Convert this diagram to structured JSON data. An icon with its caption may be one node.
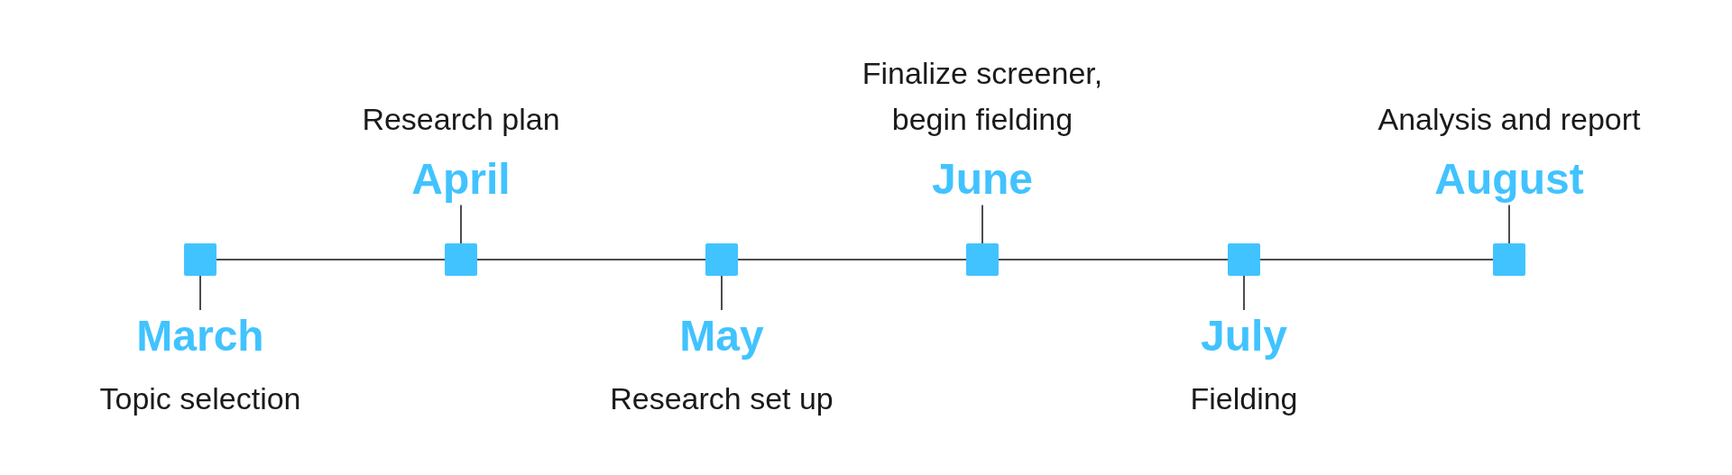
{
  "diagram": {
    "nodes": [
      {
        "text": [
          "March"
        ],
        "beside": [
          "Topic selection"
        ]
      },
      {
        "text": [],
        "shape": "box"
      },
      {
        "text": [
          "April"
        ],
        "beside": [
          "Research plan"
        ]
      },
      {
        "text": [],
        "shape": "box"
      },
      {
        "text": [
          "May"
        ],
        "beside": [
          "Research set up"
        ]
      },
      {
        "text": [],
        "shape": "box"
      },
      {
        "text": [
          "June"
        ],
        "beside": [
          "Finalize screener, begin fielding"
        ]
      },
      {
        "text": [],
        "shape": "box"
      },
      {
        "text": [
          "July"
        ],
        "beside": [
          "Fielding"
        ]
      },
      {
        "text": [],
        "shape": "box"
      },
      {
        "text": [
          "August"
        ],
        "beside": [
          "Analysis and report"
        ]
      },
      {
        "text": [],
        "shape": "box"
      }
    ],
    "edges": [
      {
        "from": 0,
        "to": 1,
        "arrow": "none"
      },
      {
        "from": 1,
        "to": 3,
        "arrow": "none"
      },
      {
        "from": 2,
        "to": 3,
        "arrow": "none"
      },
      {
        "from": 3,
        "to": 5,
        "arrow": "none"
      },
      {
        "from": 4,
        "to": 5,
        "arrow": "none"
      },
      {
        "from": 5,
        "to": 7,
        "arrow": "none"
      },
      {
        "from": 6,
        "to": 7,
        "arrow": "none"
      },
      {
        "from": 7,
        "to": 9,
        "arrow": "none"
      },
      {
        "from": 8,
        "to": 9,
        "arrow": "none"
      },
      {
        "from": 9,
        "to": 11,
        "arrow": "none"
      },
      {
        "from": 10,
        "to": 11,
        "arrow": "none"
      }
    ]
  }
}
